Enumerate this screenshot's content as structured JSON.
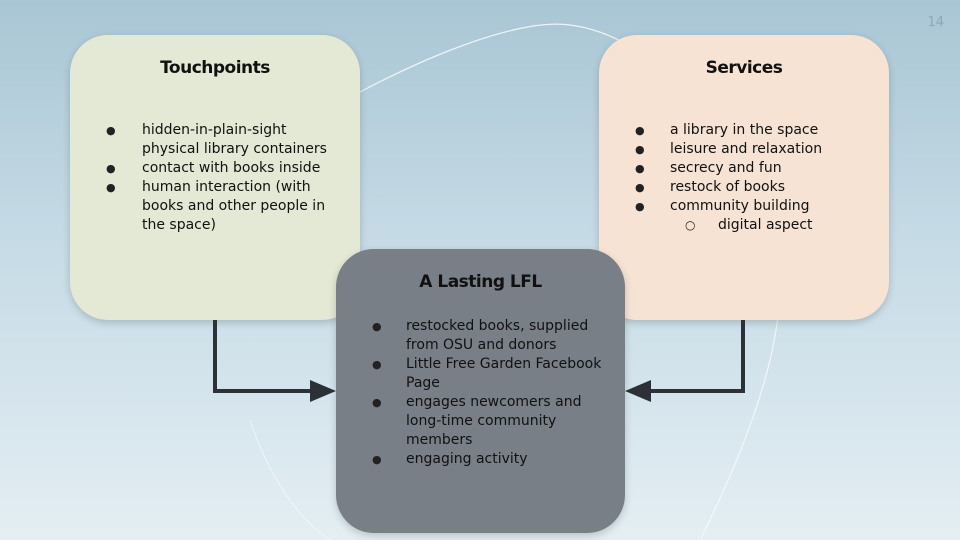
{
  "page_number": "14",
  "touchpoints": {
    "title": "Touchpoints",
    "items": [
      "hidden-in-plain-sight physical library containers",
      "contact with books inside",
      "human interaction (with books and other people in the space)"
    ]
  },
  "services": {
    "title": "Services",
    "items": [
      "a library in the space",
      "leisure and relaxation",
      "secrecy and fun",
      "restock of books",
      "community building"
    ],
    "sub_items": [
      "digital aspect"
    ]
  },
  "lasting_lfl": {
    "title": "A Lasting LFL",
    "items": [
      "restocked books, supplied from OSU and donors",
      "Little Free Garden Facebook Page",
      "engages newcomers and long-time community members",
      "engaging activity"
    ]
  },
  "colors": {
    "touchpoints_fill": "#e3e9d5",
    "services_fill": "#f6e3d3",
    "lasting_fill": "#787f86",
    "arrow": "#2b3136"
  }
}
